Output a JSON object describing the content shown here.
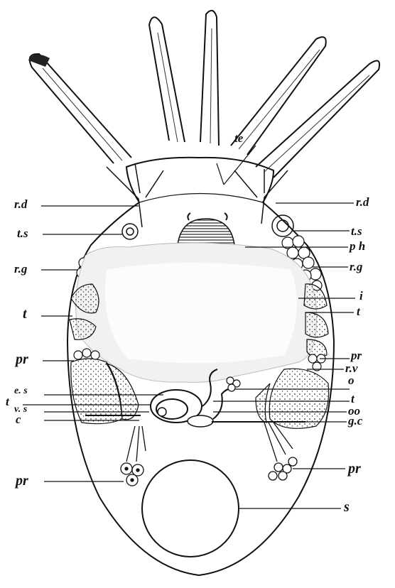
{
  "labels": {
    "te": "te",
    "rd_left": "r.d",
    "rd_right": "r.d",
    "ts_left": "t.s",
    "ts_right": "t.s",
    "ph": "p h",
    "rg_left": "r.g",
    "rg_right": "r.g",
    "i": "i",
    "t_left": "t",
    "t_right": "t",
    "pr_left_upper": "pr",
    "pr_right_upper": "pr",
    "rv": "r.v",
    "es": "e. s",
    "t_small": "t",
    "o": "o",
    "t_prime": "t",
    "vs": "v. s",
    "oo": "oo",
    "c": "c",
    "gc": "g.c",
    "pr_left_lower": "pr",
    "pr_right_lower": "pr",
    "s": "s"
  },
  "colors": {
    "ink": "#111111",
    "stipple": "#333333",
    "paper": "#ffffff"
  }
}
